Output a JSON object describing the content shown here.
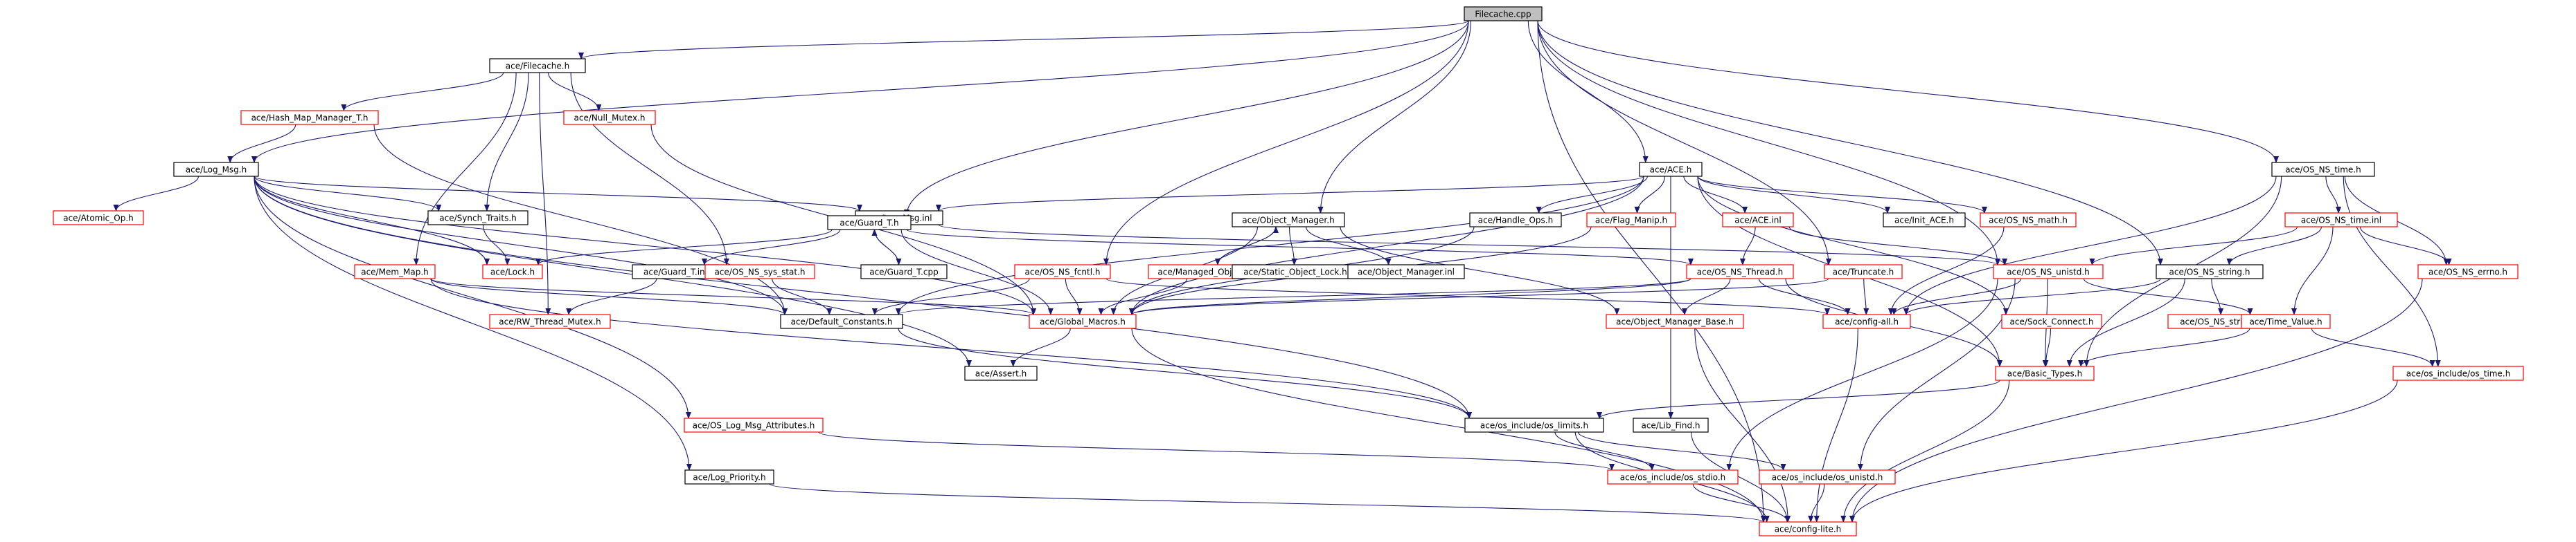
{
  "nodes": [
    {
      "id": "filecache_cpp",
      "label": "Filecache.cpp",
      "style": "root"
    },
    {
      "id": "filecache_h",
      "label": "ace/Filecache.h",
      "style": "black"
    },
    {
      "id": "hash_map",
      "label": "ace/Hash_Map_Manager_T.h",
      "style": "red"
    },
    {
      "id": "null_mutex",
      "label": "ace/Null_Mutex.h",
      "style": "red"
    },
    {
      "id": "log_msg_h",
      "label": "ace/Log_Msg.h",
      "style": "black"
    },
    {
      "id": "atomic_op",
      "label": "ace/Atomic_Op.h",
      "style": "red"
    },
    {
      "id": "log_msg_inl",
      "label": "ace/Log_Msg.inl",
      "style": "black"
    },
    {
      "id": "synch_traits",
      "label": "ace/Synch_Traits.h",
      "style": "black"
    },
    {
      "id": "lock_h",
      "label": "ace/Lock.h",
      "style": "red"
    },
    {
      "id": "guard_t_h",
      "label": "ace/Guard_T.h",
      "style": "black"
    },
    {
      "id": "guard_t_cpp",
      "label": "ace/Guard_T.cpp",
      "style": "black"
    },
    {
      "id": "guard_t_inl",
      "label": "ace/Guard_T.inl",
      "style": "black"
    },
    {
      "id": "mem_map",
      "label": "ace/Mem_Map.h",
      "style": "red"
    },
    {
      "id": "os_sys_stat",
      "label": "ace/OS_NS_sys_stat.h",
      "style": "red"
    },
    {
      "id": "rw_thread_mutex",
      "label": "ace/RW_Thread_Mutex.h",
      "style": "red"
    },
    {
      "id": "default_constants",
      "label": "ace/Default_Constants.h",
      "style": "black"
    },
    {
      "id": "os_fcntl",
      "label": "ace/OS_NS_fcntl.h",
      "style": "red"
    },
    {
      "id": "object_manager",
      "label": "ace/Object_Manager.h",
      "style": "black"
    },
    {
      "id": "managed_object",
      "label": "ace/Managed_Object.h",
      "style": "red"
    },
    {
      "id": "static_object_lock",
      "label": "ace/Static_Object_Lock.h",
      "style": "black"
    },
    {
      "id": "object_manager_inl",
      "label": "ace/Object_Manager.inl",
      "style": "black"
    },
    {
      "id": "global_macros",
      "label": "ace/Global_Macros.h",
      "style": "red"
    },
    {
      "id": "assert_h",
      "label": "ace/Assert.h",
      "style": "black"
    },
    {
      "id": "os_log_msg_attr",
      "label": "ace/OS_Log_Msg_Attributes.h",
      "style": "red"
    },
    {
      "id": "log_priority",
      "label": "ace/Log_Priority.h",
      "style": "black"
    },
    {
      "id": "ace_h",
      "label": "ace/ACE.h",
      "style": "black"
    },
    {
      "id": "handle_ops",
      "label": "ace/Handle_Ops.h",
      "style": "black"
    },
    {
      "id": "flag_manip",
      "label": "ace/Flag_Manip.h",
      "style": "red"
    },
    {
      "id": "ace_inl",
      "label": "ace/ACE.inl",
      "style": "red"
    },
    {
      "id": "init_ace",
      "label": "ace/Init_ACE.h",
      "style": "black"
    },
    {
      "id": "os_math",
      "label": "ace/OS_NS_math.h",
      "style": "red"
    },
    {
      "id": "os_thread",
      "label": "ace/OS_NS_Thread.h",
      "style": "red"
    },
    {
      "id": "object_manager_base",
      "label": "ace/Object_Manager_Base.h",
      "style": "red"
    },
    {
      "id": "truncate",
      "label": "ace/Truncate.h",
      "style": "red"
    },
    {
      "id": "config_all",
      "label": "ace/config-all.h",
      "style": "red"
    },
    {
      "id": "os_unistd",
      "label": "ace/OS_NS_unistd.h",
      "style": "red"
    },
    {
      "id": "sock_connect",
      "label": "ace/Sock_Connect.h",
      "style": "red"
    },
    {
      "id": "lib_find",
      "label": "ace/Lib_Find.h",
      "style": "black"
    },
    {
      "id": "os_include_limits",
      "label": "ace/os_include/os_limits.h",
      "style": "black"
    },
    {
      "id": "os_include_stdio",
      "label": "ace/os_include/os_stdio.h",
      "style": "red"
    },
    {
      "id": "os_include_unistd",
      "label": "ace/os_include/os_unistd.h",
      "style": "red"
    },
    {
      "id": "config_lite",
      "label": "ace/config-lite.h",
      "style": "red"
    },
    {
      "id": "basic_types",
      "label": "ace/Basic_Types.h",
      "style": "red"
    },
    {
      "id": "os_string_h",
      "label": "ace/OS_NS_string.h",
      "style": "black"
    },
    {
      "id": "os_string_inl",
      "label": "ace/OS_NS_string.inl",
      "style": "red"
    },
    {
      "id": "time_value",
      "label": "ace/Time_Value.h",
      "style": "red"
    },
    {
      "id": "os_time_h",
      "label": "ace/OS_NS_time.h",
      "style": "black"
    },
    {
      "id": "os_time_inl",
      "label": "ace/OS_NS_time.inl",
      "style": "red"
    },
    {
      "id": "os_errno",
      "label": "ace/OS_NS_errno.h",
      "style": "red"
    },
    {
      "id": "os_include_time",
      "label": "ace/os_include/os_time.h",
      "style": "red"
    }
  ],
  "edges": [
    [
      "filecache_cpp",
      "filecache_h"
    ],
    [
      "filecache_cpp",
      "log_msg_h"
    ],
    [
      "filecache_cpp",
      "guard_t_h"
    ],
    [
      "filecache_cpp",
      "os_fcntl"
    ],
    [
      "filecache_cpp",
      "object_manager"
    ],
    [
      "filecache_cpp",
      "ace_h"
    ],
    [
      "filecache_cpp",
      "truncate"
    ],
    [
      "filecache_cpp",
      "os_unistd"
    ],
    [
      "filecache_cpp",
      "os_string_h"
    ],
    [
      "filecache_cpp",
      "os_time_h"
    ],
    [
      "filecache_cpp",
      "config_lite"
    ],
    [
      "filecache_h",
      "hash_map"
    ],
    [
      "filecache_h",
      "null_mutex"
    ],
    [
      "filecache_h",
      "synch_traits"
    ],
    [
      "filecache_h",
      "mem_map"
    ],
    [
      "filecache_h",
      "os_sys_stat"
    ],
    [
      "filecache_h",
      "rw_thread_mutex"
    ],
    [
      "hash_map",
      "log_msg_h"
    ],
    [
      "hash_map",
      "default_constants"
    ],
    [
      "null_mutex",
      "global_macros"
    ],
    [
      "log_msg_h",
      "atomic_op"
    ],
    [
      "log_msg_h",
      "synch_traits"
    ],
    [
      "log_msg_h",
      "lock_h"
    ],
    [
      "log_msg_h",
      "log_msg_inl"
    ],
    [
      "log_msg_h",
      "default_constants"
    ],
    [
      "log_msg_h",
      "global_macros"
    ],
    [
      "log_msg_h",
      "assert_h"
    ],
    [
      "log_msg_h",
      "os_log_msg_attr"
    ],
    [
      "log_msg_h",
      "log_priority"
    ],
    [
      "log_msg_h",
      "os_include_limits"
    ],
    [
      "synch_traits",
      "lock_h"
    ],
    [
      "guard_t_h",
      "lock_h"
    ],
    [
      "guard_t_h",
      "guard_t_inl"
    ],
    [
      "guard_t_h",
      "guard_t_cpp"
    ],
    [
      "guard_t_cpp",
      "guard_t_h"
    ],
    [
      "guard_t_h",
      "global_macros"
    ],
    [
      "guard_t_h",
      "os_thread"
    ],
    [
      "guard_t_inl",
      "rw_thread_mutex"
    ],
    [
      "mem_map",
      "global_macros"
    ],
    [
      "mem_map",
      "default_constants"
    ],
    [
      "mem_map",
      "os_include_limits"
    ],
    [
      "os_sys_stat",
      "default_constants"
    ],
    [
      "os_fcntl",
      "global_macros"
    ],
    [
      "os_fcntl",
      "default_constants"
    ],
    [
      "os_fcntl",
      "config_all"
    ],
    [
      "object_manager",
      "managed_object"
    ],
    [
      "managed_object",
      "object_manager"
    ],
    [
      "object_manager",
      "static_object_lock"
    ],
    [
      "object_manager",
      "object_manager_inl"
    ],
    [
      "object_manager",
      "global_macros"
    ],
    [
      "object_manager",
      "object_manager_base"
    ],
    [
      "managed_object",
      "global_macros"
    ],
    [
      "global_macros",
      "assert_h"
    ],
    [
      "global_macros",
      "config_lite"
    ],
    [
      "default_constants",
      "os_include_limits"
    ],
    [
      "os_log_msg_attr",
      "os_include_stdio"
    ],
    [
      "log_priority",
      "config_lite"
    ],
    [
      "ace_h",
      "handle_ops"
    ],
    [
      "ace_h",
      "flag_manip"
    ],
    [
      "ace_h",
      "ace_inl"
    ],
    [
      "ace_h",
      "log_msg_inl"
    ],
    [
      "ace_h",
      "init_ace"
    ],
    [
      "ace_h",
      "os_math"
    ],
    [
      "ace_h",
      "global_macros"
    ],
    [
      "ace_h",
      "default_constants"
    ],
    [
      "ace_h",
      "lib_find"
    ],
    [
      "ace_h",
      "sock_connect"
    ],
    [
      "ace_h",
      "basic_types"
    ],
    [
      "handle_ops",
      "global_macros"
    ],
    [
      "flag_manip",
      "global_macros"
    ],
    [
      "ace_inl",
      "os_thread"
    ],
    [
      "ace_inl",
      "os_unistd"
    ],
    [
      "log_msg_inl",
      "os_unistd"
    ],
    [
      "os_math",
      "config_all"
    ],
    [
      "os_thread",
      "default_constants"
    ],
    [
      "os_thread",
      "global_macros"
    ],
    [
      "os_thread",
      "object_manager_base"
    ],
    [
      "os_thread",
      "config_all"
    ],
    [
      "os_thread",
      "basic_types"
    ],
    [
      "object_manager_base",
      "config_lite"
    ],
    [
      "truncate",
      "config_all"
    ],
    [
      "truncate",
      "global_macros"
    ],
    [
      "config_all",
      "config_lite"
    ],
    [
      "os_unistd",
      "config_all"
    ],
    [
      "os_unistd",
      "basic_types"
    ],
    [
      "os_unistd",
      "time_value"
    ],
    [
      "os_unistd",
      "os_include_unistd"
    ],
    [
      "os_unistd",
      "os_include_stdio"
    ],
    [
      "sock_connect",
      "basic_types"
    ],
    [
      "lib_find",
      "config_lite"
    ],
    [
      "os_include_limits",
      "os_include_stdio"
    ],
    [
      "os_include_limits",
      "os_include_unistd"
    ],
    [
      "os_include_limits",
      "config_lite"
    ],
    [
      "os_include_stdio",
      "config_lite"
    ],
    [
      "os_include_unistd",
      "config_lite"
    ],
    [
      "basic_types",
      "os_include_limits"
    ],
    [
      "basic_types",
      "config_lite"
    ],
    [
      "os_string_h",
      "os_string_inl"
    ],
    [
      "os_string_h",
      "basic_types"
    ],
    [
      "os_string_h",
      "config_all"
    ],
    [
      "time_value",
      "basic_types"
    ],
    [
      "time_value",
      "os_include_time"
    ],
    [
      "os_time_h",
      "os_time_inl"
    ],
    [
      "os_time_h",
      "os_errno"
    ],
    [
      "os_time_h",
      "basic_types"
    ],
    [
      "os_time_h",
      "os_include_time"
    ],
    [
      "os_time_h",
      "config_all"
    ],
    [
      "os_time_inl",
      "os_unistd"
    ],
    [
      "os_time_inl",
      "os_errno"
    ],
    [
      "os_time_inl",
      "time_value"
    ],
    [
      "os_time_inl",
      "os_string_h"
    ],
    [
      "os_errno",
      "config_lite"
    ],
    [
      "os_include_time",
      "config_lite"
    ]
  ]
}
